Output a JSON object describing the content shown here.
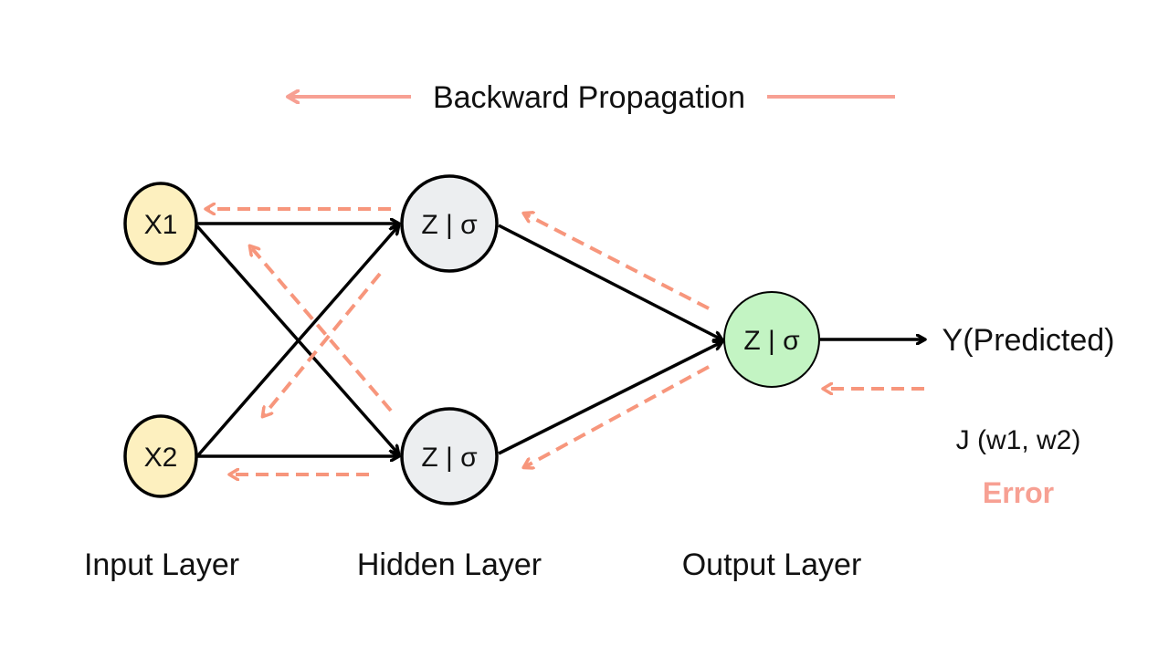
{
  "title": "Backward Propagation",
  "colors": {
    "input_fill": "#fdf0bf",
    "hidden_fill": "#eceef0",
    "output_fill": "#c3f4c3",
    "forward": "#000000",
    "backward": "#f7967c",
    "title_arrow": "#f7a093",
    "error_text": "#f7a093"
  },
  "nodes": {
    "x1": "X1",
    "x2": "X2",
    "h1": "Z | σ",
    "h2": "Z | σ",
    "out": "Z | σ"
  },
  "labels": {
    "prediction": "Y(Predicted)",
    "cost": "J (w1, w2)",
    "error": "Error"
  },
  "layers": [
    "Input Layer",
    "Hidden Layer",
    "Output Layer"
  ]
}
